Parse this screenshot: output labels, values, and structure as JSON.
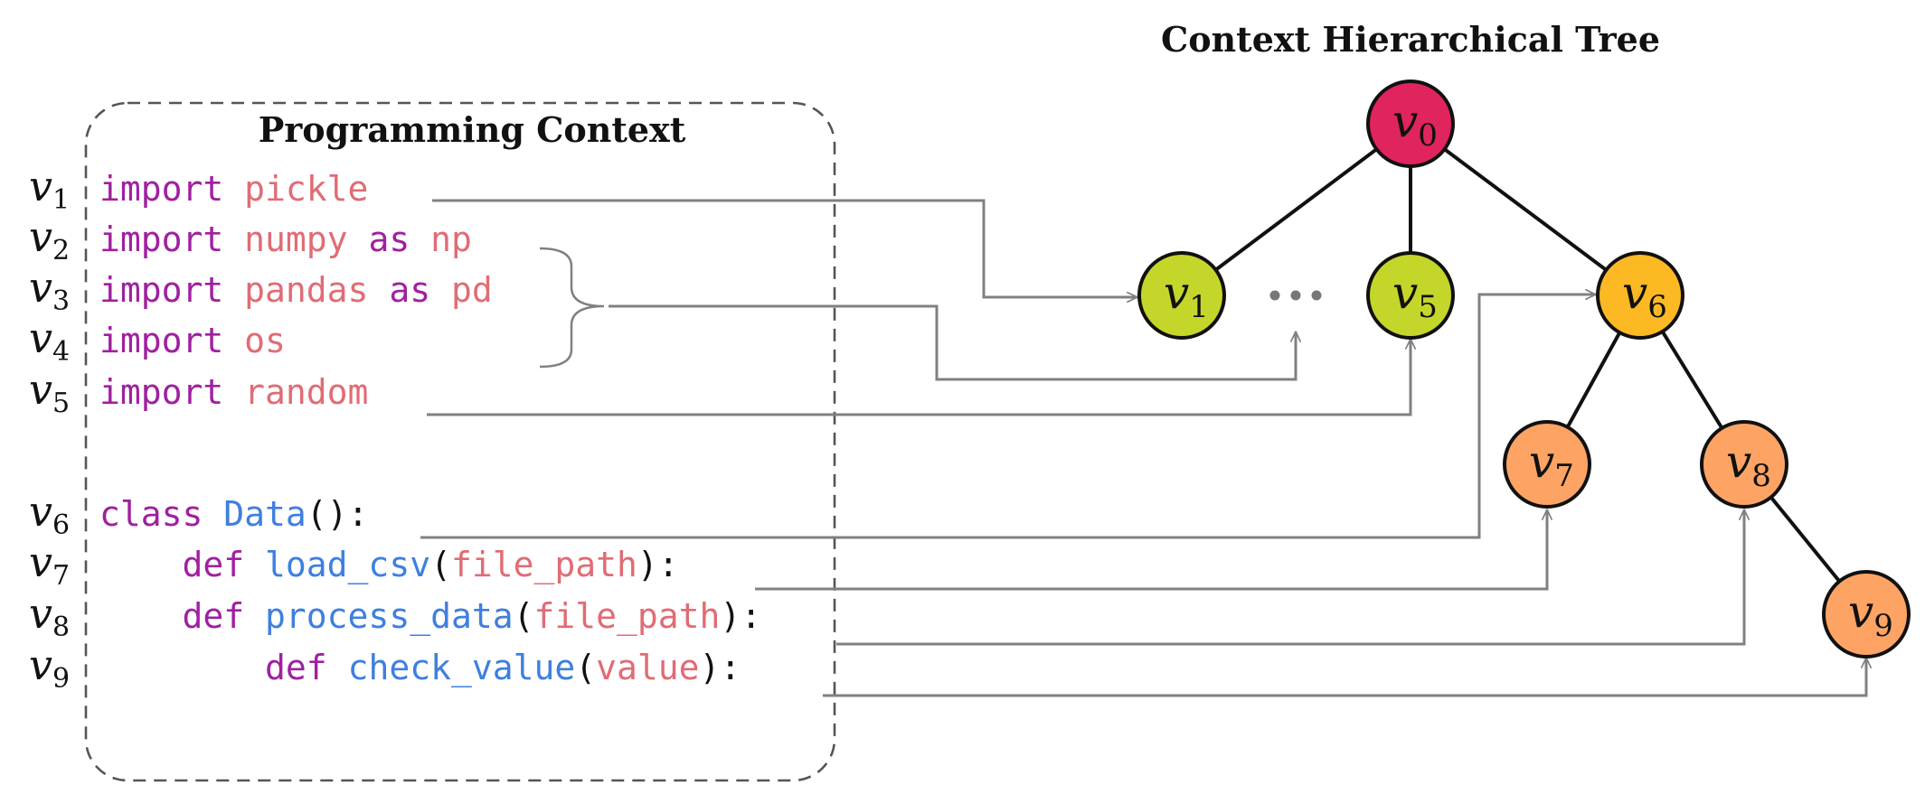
{
  "context_box": {
    "title": "Programming Context",
    "lines": [
      {
        "label": "v",
        "sub": "1",
        "tokens": [
          {
            "t": "import",
            "c": "kw"
          },
          {
            "t": " ",
            "c": "pn"
          },
          {
            "t": "pickle",
            "c": "mod"
          }
        ]
      },
      {
        "label": "v",
        "sub": "2",
        "tokens": [
          {
            "t": "import",
            "c": "kw"
          },
          {
            "t": " ",
            "c": "pn"
          },
          {
            "t": "numpy",
            "c": "mod"
          },
          {
            "t": " ",
            "c": "pn"
          },
          {
            "t": "as",
            "c": "kw"
          },
          {
            "t": " ",
            "c": "pn"
          },
          {
            "t": "np",
            "c": "mod"
          }
        ]
      },
      {
        "label": "v",
        "sub": "3",
        "tokens": [
          {
            "t": "import",
            "c": "kw"
          },
          {
            "t": " ",
            "c": "pn"
          },
          {
            "t": "pandas",
            "c": "mod"
          },
          {
            "t": " ",
            "c": "pn"
          },
          {
            "t": "as",
            "c": "kw"
          },
          {
            "t": " ",
            "c": "pn"
          },
          {
            "t": "pd",
            "c": "mod"
          }
        ]
      },
      {
        "label": "v",
        "sub": "4",
        "tokens": [
          {
            "t": "import",
            "c": "kw"
          },
          {
            "t": " ",
            "c": "pn"
          },
          {
            "t": "os",
            "c": "mod"
          }
        ]
      },
      {
        "label": "v",
        "sub": "5",
        "tokens": [
          {
            "t": "import",
            "c": "kw"
          },
          {
            "t": " ",
            "c": "pn"
          },
          {
            "t": "random",
            "c": "mod"
          }
        ]
      },
      {
        "label": "v",
        "sub": "6",
        "tokens": [
          {
            "t": "class",
            "c": "kw"
          },
          {
            "t": " ",
            "c": "pn"
          },
          {
            "t": "Data",
            "c": "fn"
          },
          {
            "t": "():",
            "c": "pn"
          }
        ]
      },
      {
        "label": "v",
        "sub": "7",
        "tokens": [
          {
            "t": "    ",
            "c": "pn"
          },
          {
            "t": "def",
            "c": "kw"
          },
          {
            "t": " ",
            "c": "pn"
          },
          {
            "t": "load_csv",
            "c": "fn"
          },
          {
            "t": "(",
            "c": "pn"
          },
          {
            "t": "file_path",
            "c": "mod"
          },
          {
            "t": "):",
            "c": "pn"
          }
        ]
      },
      {
        "label": "v",
        "sub": "8",
        "tokens": [
          {
            "t": "    ",
            "c": "pn"
          },
          {
            "t": "def",
            "c": "kw"
          },
          {
            "t": " ",
            "c": "pn"
          },
          {
            "t": "process_data",
            "c": "fn"
          },
          {
            "t": "(",
            "c": "pn"
          },
          {
            "t": "file_path",
            "c": "mod"
          },
          {
            "t": "):",
            "c": "pn"
          }
        ]
      },
      {
        "label": "v",
        "sub": "9",
        "tokens": [
          {
            "t": "        ",
            "c": "pn"
          },
          {
            "t": "def",
            "c": "kw"
          },
          {
            "t": " ",
            "c": "pn"
          },
          {
            "t": "check_value",
            "c": "fn"
          },
          {
            "t": "(",
            "c": "pn"
          },
          {
            "t": "value",
            "c": "mod"
          },
          {
            "t": "):",
            "c": "pn"
          }
        ]
      }
    ]
  },
  "tree": {
    "title": "Context Hierarchical Tree",
    "ellipsis": "…",
    "nodes": [
      {
        "id": "v0",
        "label": "v",
        "sub": "0",
        "color": "#e0245e"
      },
      {
        "id": "v1",
        "label": "v",
        "sub": "1",
        "color": "#c5d62a"
      },
      {
        "id": "v5",
        "label": "v",
        "sub": "5",
        "color": "#c5d62a"
      },
      {
        "id": "v6",
        "label": "v",
        "sub": "6",
        "color": "#fdb924"
      },
      {
        "id": "v7",
        "label": "v",
        "sub": "7",
        "color": "#fda465"
      },
      {
        "id": "v8",
        "label": "v",
        "sub": "8",
        "color": "#fda465"
      },
      {
        "id": "v9",
        "label": "v",
        "sub": "9",
        "color": "#fda465"
      }
    ],
    "edges": [
      [
        "v0",
        "v1"
      ],
      [
        "v0",
        "v5"
      ],
      [
        "v0",
        "v6"
      ],
      [
        "v6",
        "v7"
      ],
      [
        "v6",
        "v8"
      ],
      [
        "v8",
        "v9"
      ]
    ]
  },
  "colors": {
    "keyword": "#a020a0",
    "module": "#e06c75",
    "function": "#3f7fe0",
    "connector": "#808080",
    "box_border": "#555555"
  }
}
